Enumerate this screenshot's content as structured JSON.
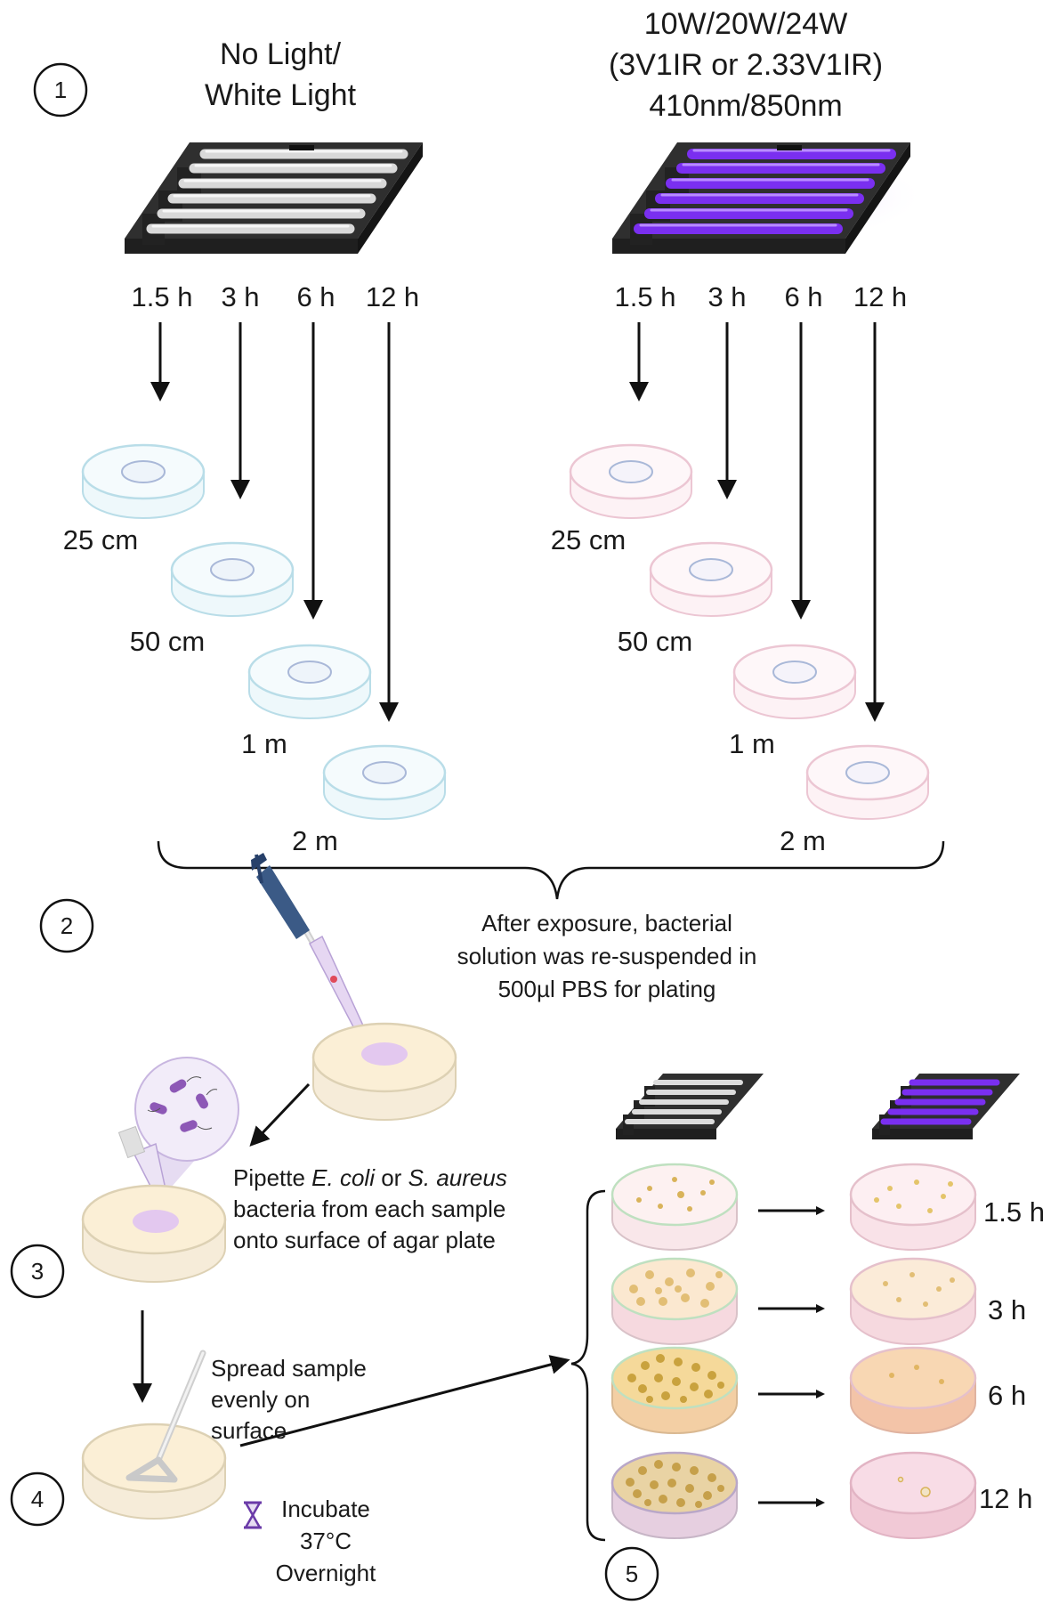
{
  "step1": {
    "number": "1",
    "left_title_line1": "No Light/",
    "left_title_line2": "White Light",
    "right_title_line1": "10W/20W/24W",
    "right_title_line2": "(3V1IR or 2.33V1IR)",
    "right_title_line3": "410nm/850nm",
    "times": [
      "1.5 h",
      "3 h",
      "6 h",
      "12 h"
    ],
    "distances": [
      "25 cm",
      "50 cm",
      "1 m",
      "2 m"
    ]
  },
  "step2": {
    "number": "2",
    "text_line1": "After exposure, bacterial",
    "text_line2": "solution was re-suspended in",
    "text_line3": "500µl PBS for plating"
  },
  "step3": {
    "number": "3",
    "line1_pre": "Pipette ",
    "line1_species1": "E. coli",
    "line1_mid": " or ",
    "line1_species2": "S. aureus",
    "line2": "bacteria from each sample",
    "line3": "onto surface of agar plate"
  },
  "step4": {
    "number": "4",
    "spread_line1": "Spread sample",
    "spread_line2": "evenly on",
    "spread_line3": "surface",
    "incubate_line1": "Incubate",
    "incubate_line2": "37°C",
    "incubate_line3": "Overnight"
  },
  "step5": {
    "number": "5",
    "times": [
      "1.5 h",
      "3 h",
      "6 h",
      "12 h"
    ]
  },
  "colors": {
    "uv_purple": "#7a2ff0",
    "white_tube": "#e8e8e8",
    "lamp_frame": "#3a3a3a",
    "dish_blue": "#dbeff5",
    "dish_pink": "#f6dde4",
    "agar": "#fbedd2",
    "colony": "#d9b35a"
  }
}
